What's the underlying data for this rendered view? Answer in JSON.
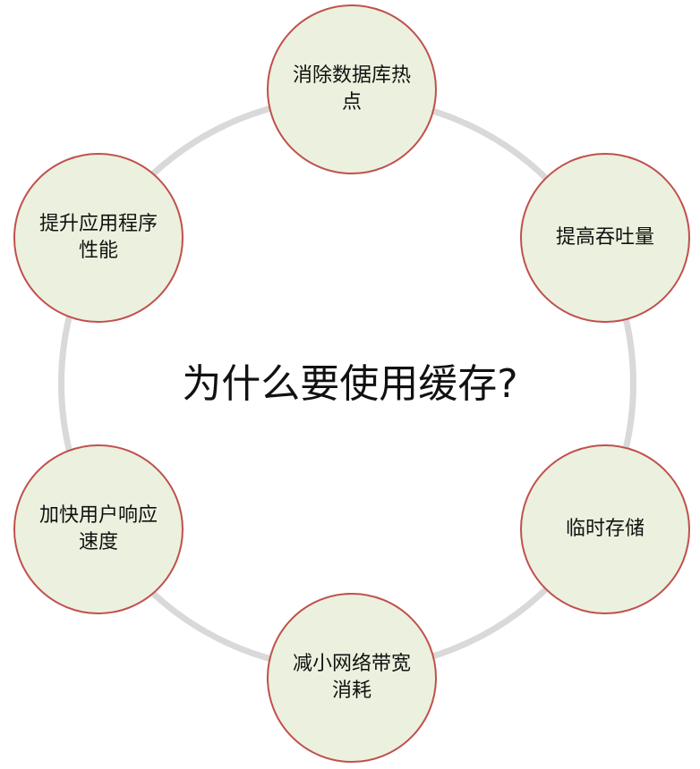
{
  "diagram": {
    "center_title": "为什么要使用缓存?",
    "nodes": [
      {
        "label": "消除数据库热点"
      },
      {
        "label": "提高吞吐量"
      },
      {
        "label": "临时存储"
      },
      {
        "label": "减小网络带宽消耗"
      },
      {
        "label": "加快用户响应速度"
      },
      {
        "label": "提升应用程序性能"
      }
    ]
  },
  "colors": {
    "node_fill": "#ebf1de",
    "node_border": "#c0504d",
    "ring": "#d9d9d9",
    "text": "#111111"
  }
}
